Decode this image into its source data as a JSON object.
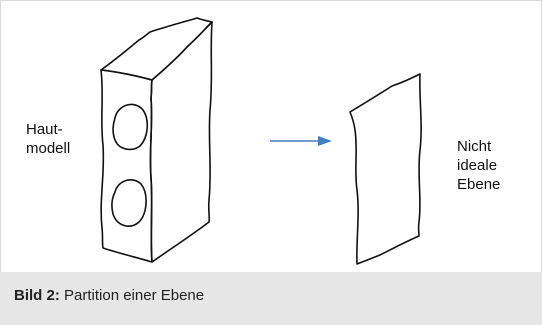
{
  "figure": {
    "caption": {
      "prefix": "Bild 2:",
      "text": "Partition einer Ebene"
    },
    "left_label": [
      "Haut-",
      "modell"
    ],
    "right_label": [
      "Nicht",
      "ideale",
      "Ebene"
    ]
  },
  "colors": {
    "arrow": "#3f7fbf",
    "outline": "#111111",
    "caption_background": "#e6e6e6"
  }
}
